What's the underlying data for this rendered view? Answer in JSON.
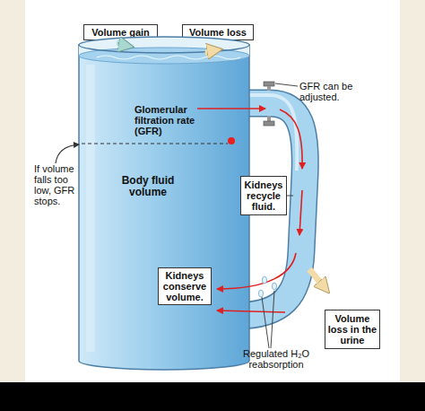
{
  "diagram": {
    "nodes": [
      {
        "text": [
          "Volume gain"
        ]
      },
      {
        "text": [
          "Volume loss"
        ]
      },
      {
        "text": [
          "Glomerular filtration rate (GFR)",
          "Body fluid volume"
        ]
      },
      {
        "text": [
          "Kidneys recycle fluid."
        ]
      },
      {
        "text": [
          "Kidneys conserve volume."
        ],
        "in": 2
      },
      {
        "text": [
          "Volume loss in the urine"
        ]
      }
    ],
    "edges": [
      {
        "from": 0,
        "to": 2,
        "arrow": "to"
      },
      {
        "from": 2,
        "to": 1,
        "arrow": "to"
      }
    ],
    "labels": [
      "GFR can be adjusted.",
      "If volume falls too low, GFR stops.",
      "Regulated H₂O reabsorption"
    ]
  }
}
